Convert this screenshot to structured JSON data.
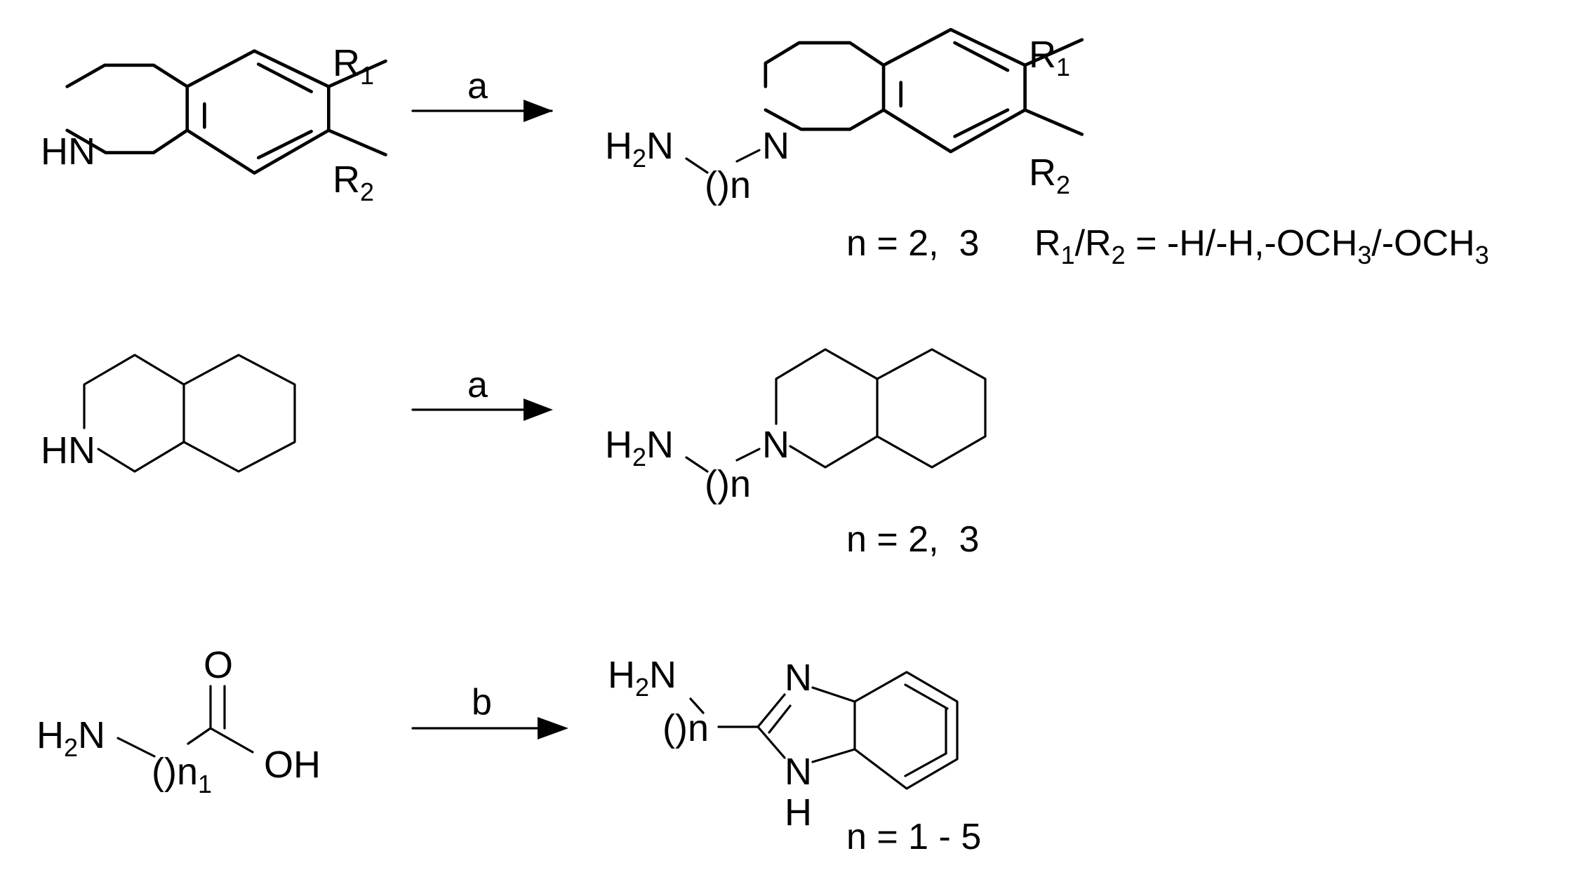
{
  "reaction1": {
    "reactant": {
      "hn": "HN",
      "r1": "R",
      "r1_sub": "1",
      "r2": "R",
      "r2_sub": "2"
    },
    "reagent": "a",
    "product": {
      "h": "H",
      "h_sub": "2",
      "n_amine": "N",
      "chain_paren": "()",
      "chain_n": "n",
      "n_ring": "N",
      "r1": "R",
      "r1_sub": "1",
      "r2": "R",
      "r2_sub": "2"
    },
    "caption_n": "n = 2,  3",
    "caption_r": {
      "p1": "R",
      "s1": "1",
      "p2": "/R",
      "s2": "2",
      "p3": " = -H/-H,-OCH",
      "s3": "3",
      "p4": "/-OCH",
      "s4": "3"
    }
  },
  "reaction2": {
    "reactant": {
      "hn": "HN"
    },
    "reagent": "a",
    "product": {
      "h": "H",
      "h_sub": "2",
      "n_amine": "N",
      "chain_paren": "()",
      "chain_n": "n",
      "n_ring": "N"
    },
    "caption_n": "n = 2,  3"
  },
  "reaction3": {
    "reactant": {
      "h": "H",
      "h_sub": "2",
      "n_amine": "N",
      "chain_paren": "()",
      "chain_n": "n",
      "chain_sub": "1",
      "o": "O",
      "oh": "OH"
    },
    "reagent": "b",
    "product": {
      "h": "H",
      "h_sub": "2",
      "n_amine": "N",
      "chain_paren": "()",
      "chain_n": "n",
      "n_imidazole": "N",
      "nh_n": "N",
      "nh_h": "H"
    },
    "caption_n": "n = 1 - 5"
  }
}
